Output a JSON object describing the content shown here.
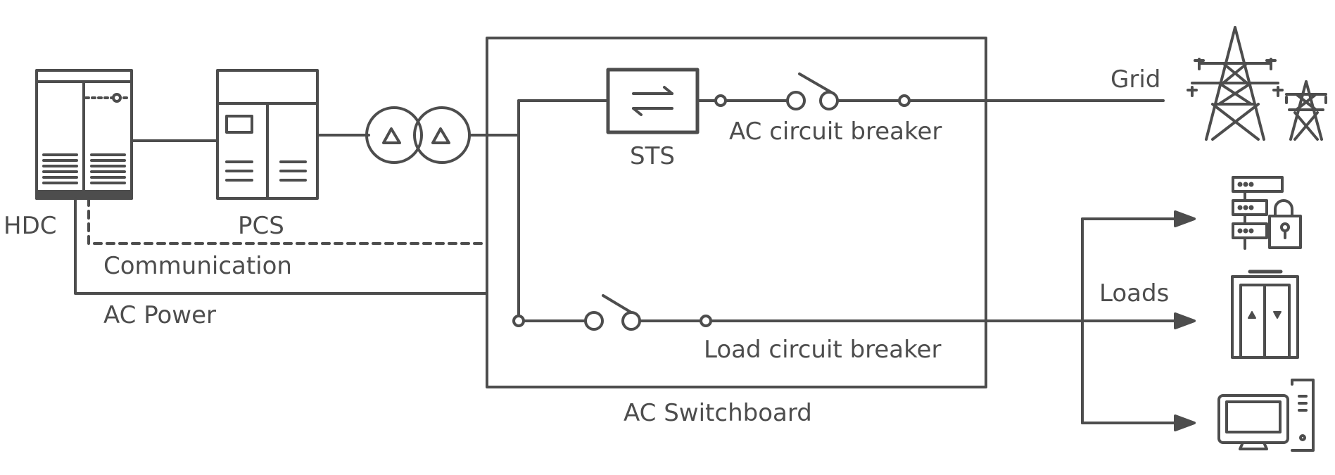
{
  "labels": {
    "hdc": "HDC",
    "pcs": "PCS",
    "sts": "STS",
    "ac_circuit_breaker": "AC circuit breaker",
    "load_circuit_breaker": "Load circuit breaker",
    "ac_switchboard": "AC Switchboard",
    "communication": "Communication",
    "ac_power": "AC Power",
    "grid": "Grid",
    "loads": "Loads"
  },
  "icons": {
    "grid": "transmission-tower-icon",
    "load_1": "server-lock-icon",
    "load_2": "elevator-icon",
    "load_3": "desktop-computer-icon"
  },
  "colors": {
    "stroke": "#4d4d4d",
    "background": "#ffffff"
  }
}
